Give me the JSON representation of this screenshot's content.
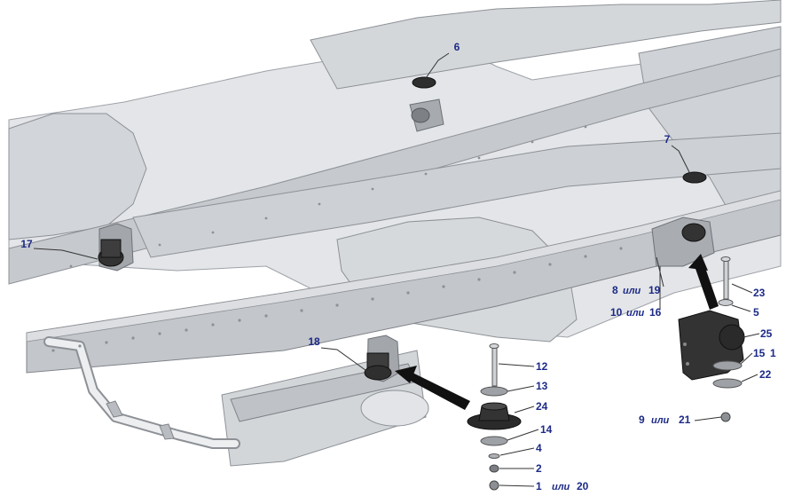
{
  "colors": {
    "frame": "#c4c7cb",
    "frame_light": "#dfe1e4",
    "frame_edge": "#8d9196",
    "part_dark": "#3a3a3a",
    "label": "#1c2a86"
  },
  "labels": {
    "l6": "6",
    "l7": "7",
    "l17": "17",
    "l18": "18",
    "l8": "8",
    "l19": "19",
    "l10": "10",
    "l16": "16",
    "l23": "23",
    "l5": "5",
    "l25": "25",
    "l15": "15",
    "l11": "1",
    "l22": "22",
    "l9": "9",
    "l21": "21",
    "l12": "12",
    "l13": "13",
    "l24": "24",
    "l14": "14",
    "l4": "4",
    "l2": "2",
    "l1": "1",
    "l20": "20",
    "ili": "или"
  }
}
